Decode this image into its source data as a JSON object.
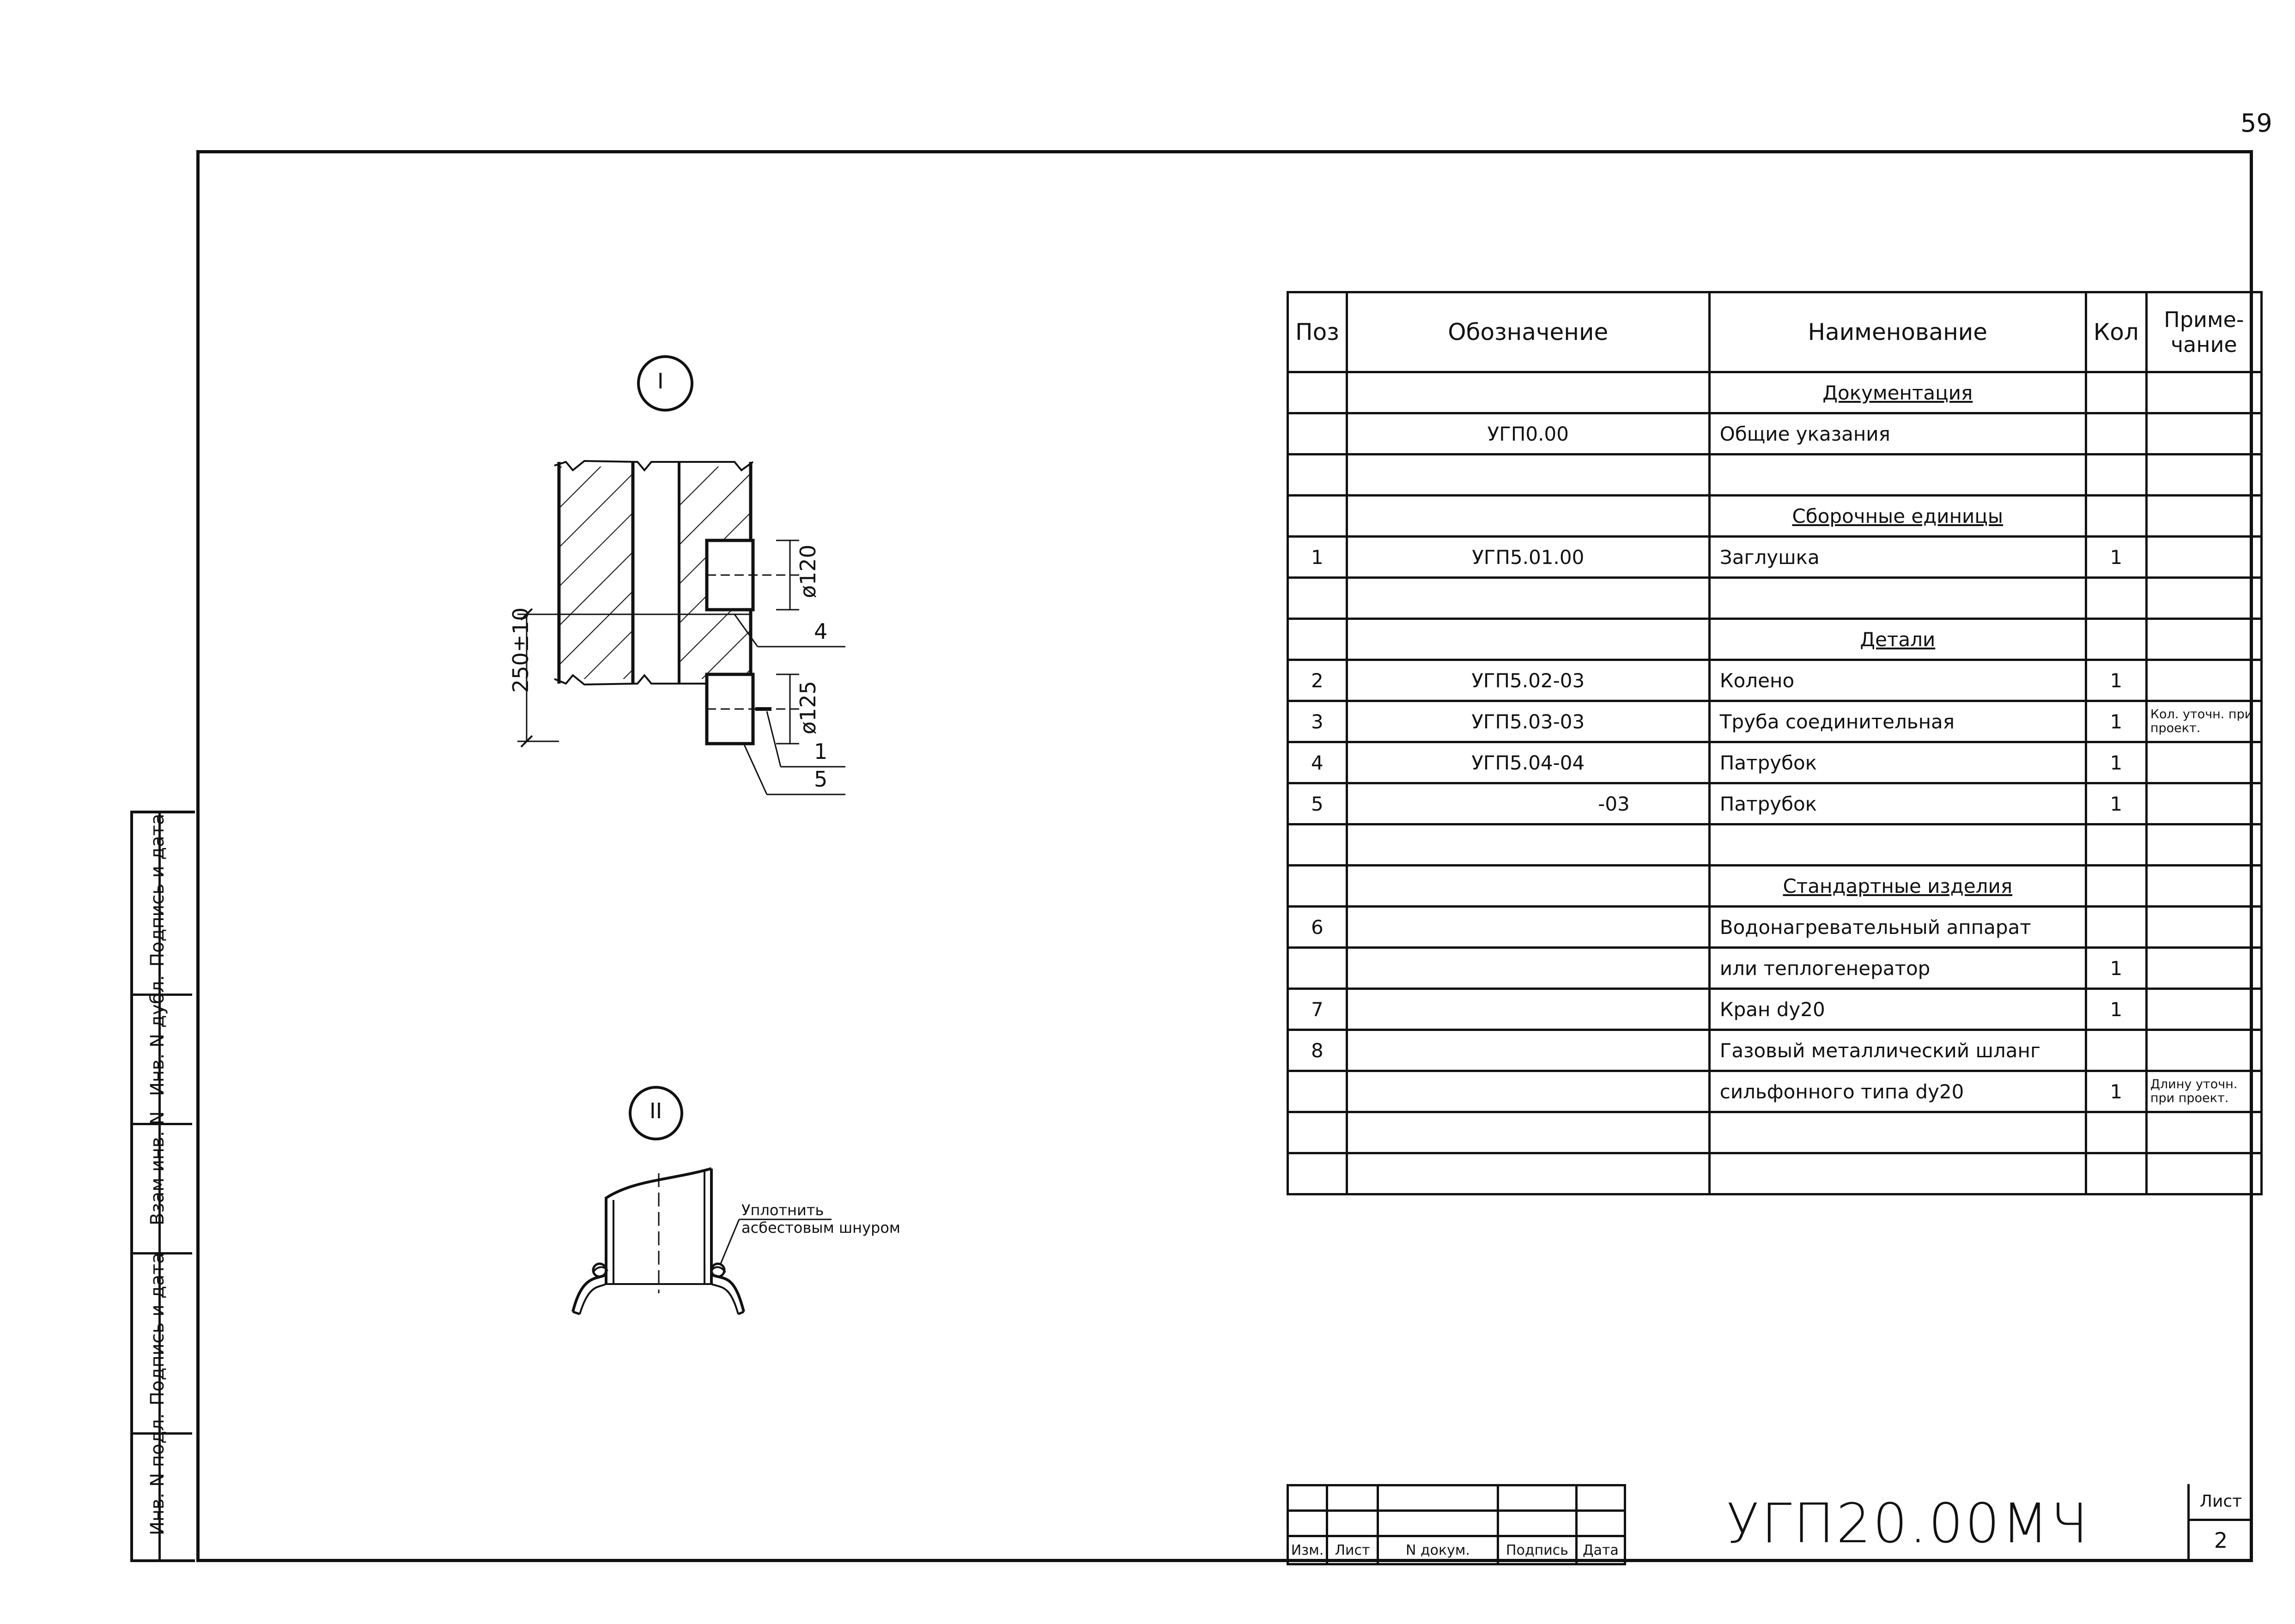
{
  "sheet_number": "59",
  "binding_strip": [
    "Подпись и дата",
    "Инв. N дубл.",
    "Взам инв. N",
    "Подпись и дата",
    "Инв. N подл."
  ],
  "detail_1": {
    "roman": "I",
    "dim_height": "250±10",
    "dim_d1": "ø120",
    "dim_d2": "ø125",
    "leaders": [
      "4",
      "1",
      "5"
    ]
  },
  "detail_2": {
    "roman": "II",
    "note_line1": "Уплотнить",
    "note_line2": "асбестовым шнуром"
  },
  "spec_table": {
    "headers": [
      "Поз",
      "Обозначение",
      "Наименование",
      "Кол",
      "Приме-\nчание"
    ],
    "rows": [
      {
        "pos": "",
        "designation": "",
        "name": "Документация",
        "qty": "",
        "note": "",
        "style": "section"
      },
      {
        "pos": "",
        "designation": "УГП0.00",
        "name": "Общие указания",
        "qty": "",
        "note": ""
      },
      {
        "pos": "",
        "designation": "",
        "name": "",
        "qty": "",
        "note": ""
      },
      {
        "pos": "",
        "designation": "",
        "name": "Сборочные единицы",
        "qty": "",
        "note": "",
        "style": "section"
      },
      {
        "pos": "1",
        "designation": "УГП5.01.00",
        "name": "Заглушка",
        "qty": "1",
        "note": ""
      },
      {
        "pos": "",
        "designation": "",
        "name": "",
        "qty": "",
        "note": ""
      },
      {
        "pos": "",
        "designation": "",
        "name": "Детали",
        "qty": "",
        "note": "",
        "style": "section"
      },
      {
        "pos": "2",
        "designation": "УГП5.02-03",
        "name": "Колено",
        "qty": "1",
        "note": ""
      },
      {
        "pos": "3",
        "designation": "УГП5.03-03",
        "name": "Труба соединительная",
        "qty": "1",
        "note": "Кол. уточн. при проект."
      },
      {
        "pos": "4",
        "designation": "УГП5.04-04",
        "name": "Патрубок",
        "qty": "1",
        "note": ""
      },
      {
        "pos": "5",
        "designation": "-03",
        "name": "Патрубок",
        "qty": "1",
        "note": ""
      },
      {
        "pos": "",
        "designation": "",
        "name": "",
        "qty": "",
        "note": ""
      },
      {
        "pos": "",
        "designation": "",
        "name": "Стандартные изделия",
        "qty": "",
        "note": "",
        "style": "section"
      },
      {
        "pos": "6",
        "designation": "",
        "name": "Водонагревательный аппарат",
        "qty": "",
        "note": ""
      },
      {
        "pos": "",
        "designation": "",
        "name": "или теплогенератор",
        "qty": "1",
        "note": ""
      },
      {
        "pos": "7",
        "designation": "",
        "name": "Кран dy20",
        "qty": "1",
        "note": ""
      },
      {
        "pos": "8",
        "designation": "",
        "name": "Газовый металлический шланг",
        "qty": "",
        "note": ""
      },
      {
        "pos": "",
        "designation": "",
        "name": "сильфонного типа dy20",
        "qty": "1",
        "note": "Длину уточн. при проект."
      },
      {
        "pos": "",
        "designation": "",
        "name": "",
        "qty": "",
        "note": ""
      },
      {
        "pos": "",
        "designation": "",
        "name": "",
        "qty": "",
        "note": ""
      }
    ]
  },
  "title_block": {
    "columns": [
      "Изм.",
      "Лист",
      "N докум.",
      "Подпись",
      "Дата"
    ],
    "document_code": "УГП20.00МЧ",
    "sheet_label": "Лист",
    "sheet_value": "2"
  }
}
